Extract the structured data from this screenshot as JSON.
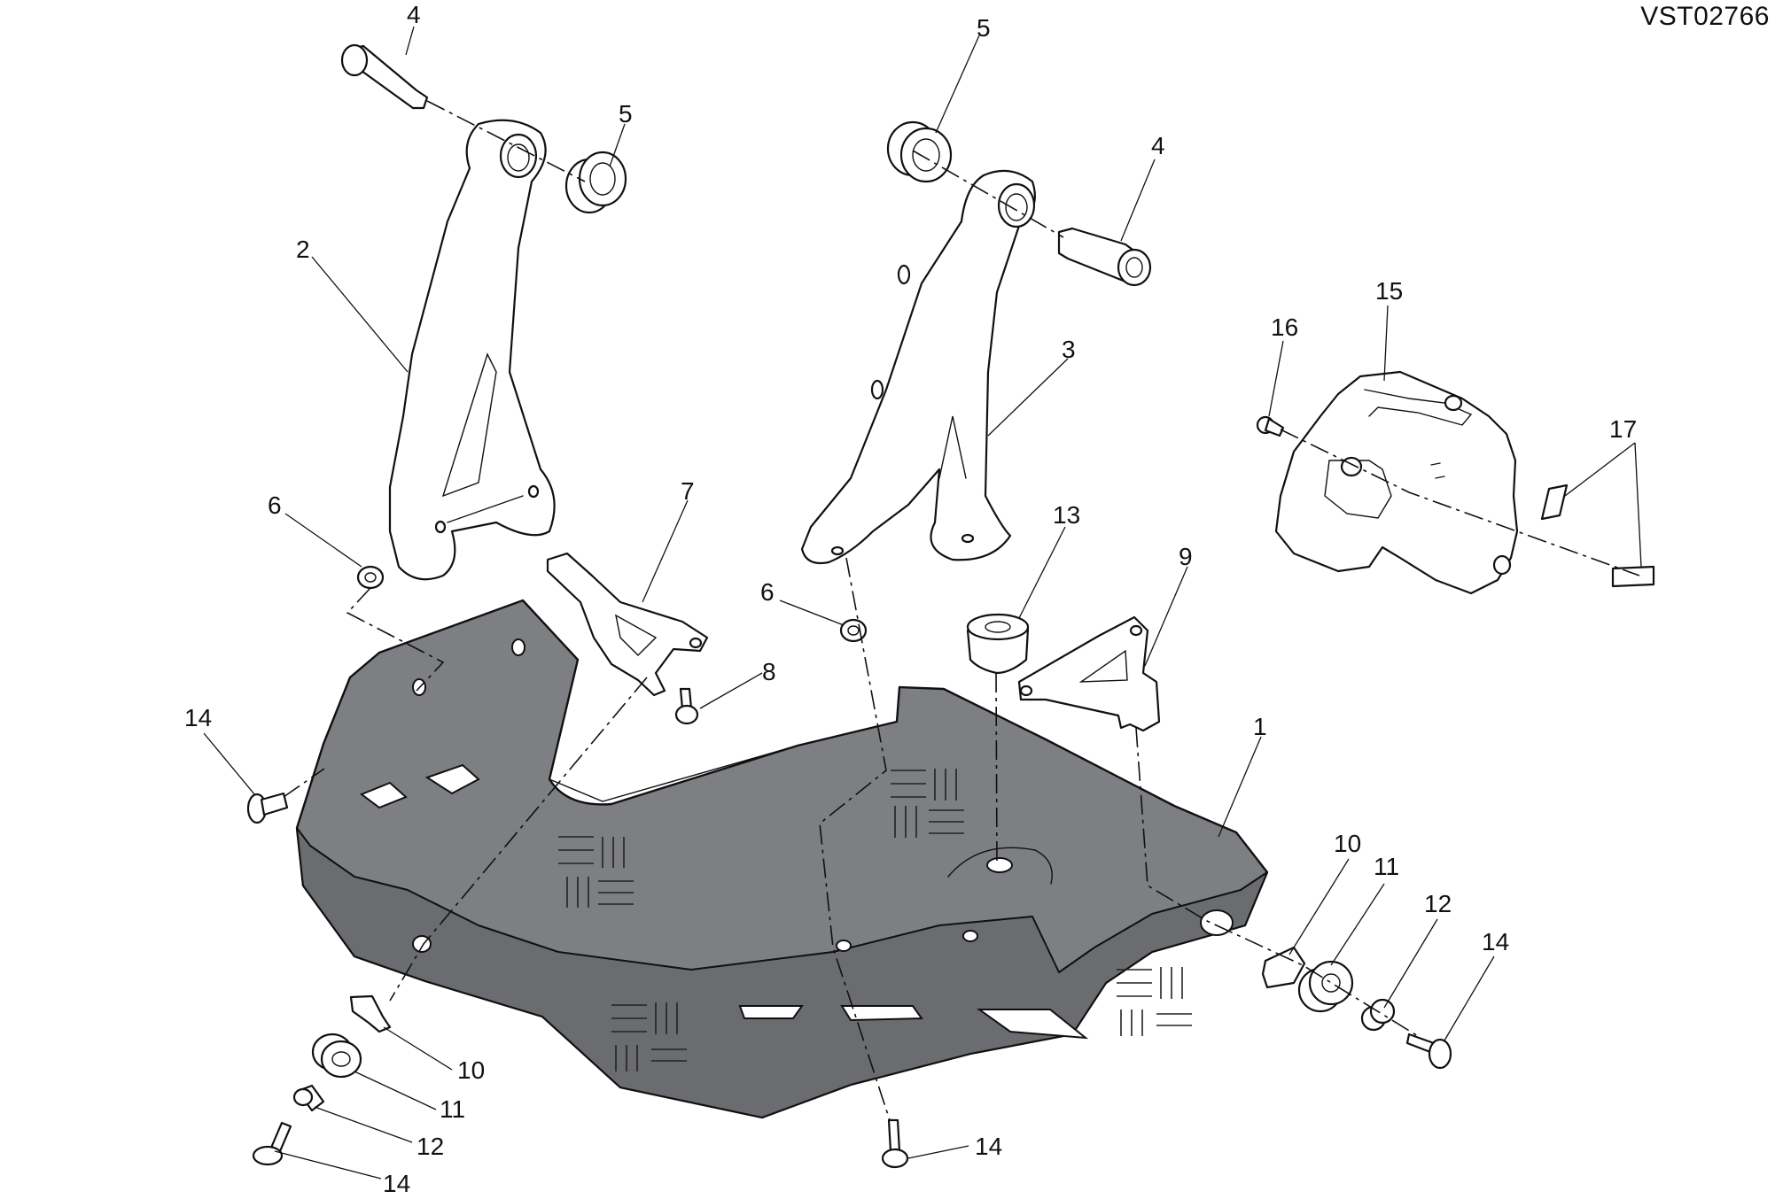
{
  "drawing_code": "VST02766",
  "callouts": [
    {
      "id": "c-4a",
      "label": "4"
    },
    {
      "id": "c-5a",
      "label": "5"
    },
    {
      "id": "c-2",
      "label": "2"
    },
    {
      "id": "c-5b",
      "label": "5"
    },
    {
      "id": "c-4b",
      "label": "4"
    },
    {
      "id": "c-3",
      "label": "3"
    },
    {
      "id": "c-15",
      "label": "15"
    },
    {
      "id": "c-16",
      "label": "16"
    },
    {
      "id": "c-17",
      "label": "17"
    },
    {
      "id": "c-6a",
      "label": "6"
    },
    {
      "id": "c-7",
      "label": "7"
    },
    {
      "id": "c-13",
      "label": "13"
    },
    {
      "id": "c-9",
      "label": "9"
    },
    {
      "id": "c-6b",
      "label": "6"
    },
    {
      "id": "c-8",
      "label": "8"
    },
    {
      "id": "c-1",
      "label": "1"
    },
    {
      "id": "c-14a",
      "label": "14"
    },
    {
      "id": "c-10a",
      "label": "10"
    },
    {
      "id": "c-11a",
      "label": "11"
    },
    {
      "id": "c-12a",
      "label": "12"
    },
    {
      "id": "c-14b",
      "label": "14"
    },
    {
      "id": "c-10b",
      "label": "10"
    },
    {
      "id": "c-11b",
      "label": "11"
    },
    {
      "id": "c-12b",
      "label": "12"
    },
    {
      "id": "c-14c",
      "label": "14"
    },
    {
      "id": "c-14d",
      "label": "14"
    }
  ]
}
